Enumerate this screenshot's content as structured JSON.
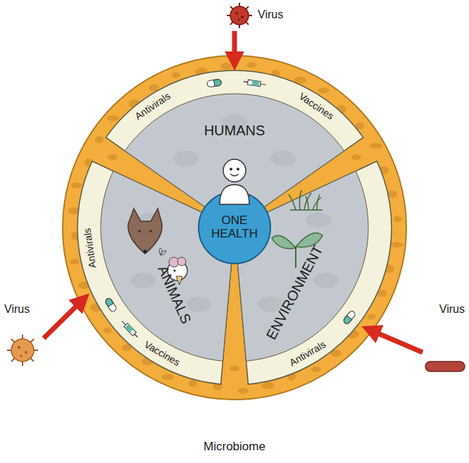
{
  "diagram": {
    "nodes": [
      {
        "text": [
          "Microbiome"
        ]
      },
      {
        "text": [
          "Antivirals",
          "Vaccines",
          "HUMANS"
        ],
        "in": 0
      },
      {
        "text": [
          "Antivirals",
          "ANIMALS",
          "Vaccines"
        ],
        "in": 0
      },
      {
        "text": [
          "ENVIRONMENT",
          "Antivirals"
        ],
        "in": 0
      },
      {
        "text": [
          "ONE HEALTH"
        ],
        "in": 0
      }
    ],
    "labels": [
      "Virus",
      "Virus",
      "Virus"
    ]
  }
}
